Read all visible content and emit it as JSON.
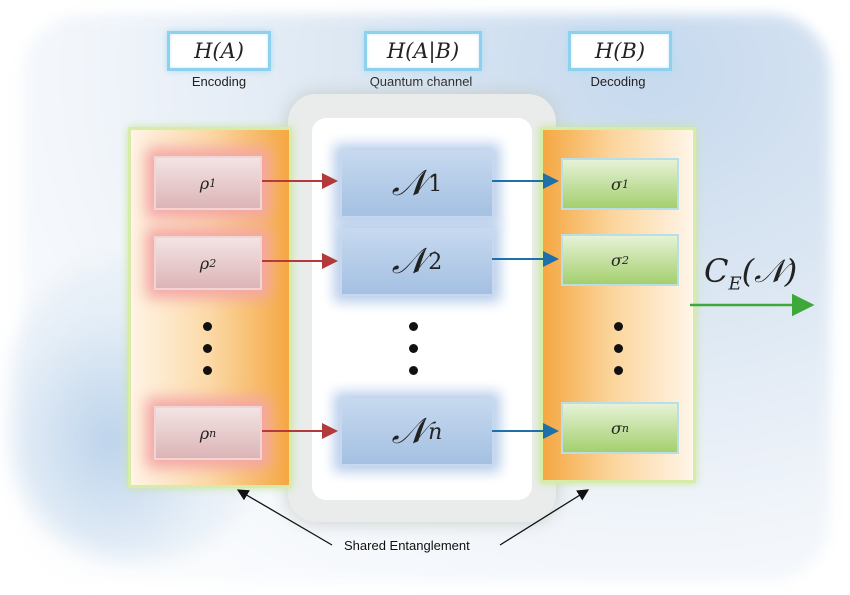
{
  "headers": [
    {
      "math": "H(A)",
      "caption": "Encoding"
    },
    {
      "math": "H(A|B)",
      "caption": "Quantum channel"
    },
    {
      "math": "H(B)",
      "caption": "Decoding"
    }
  ],
  "encoding": {
    "symbol": "ρ",
    "subscripts": [
      "1",
      "2",
      "n"
    ]
  },
  "channel": {
    "symbol": "𝒩",
    "subscripts": [
      "1",
      "2",
      "n"
    ]
  },
  "decoding": {
    "symbol": "σ",
    "subscripts": [
      "1",
      "2",
      "n"
    ]
  },
  "output": {
    "symbol": "C",
    "subscript": "E",
    "argument": "(𝒩)"
  },
  "shared_entanglement": "Shared Entanglement",
  "colors": {
    "encode_arrow": "#b23a3a",
    "decode_arrow": "#1f6fa8",
    "output_arrow": "#3fa83a",
    "pointer_arrow": "#111111"
  }
}
